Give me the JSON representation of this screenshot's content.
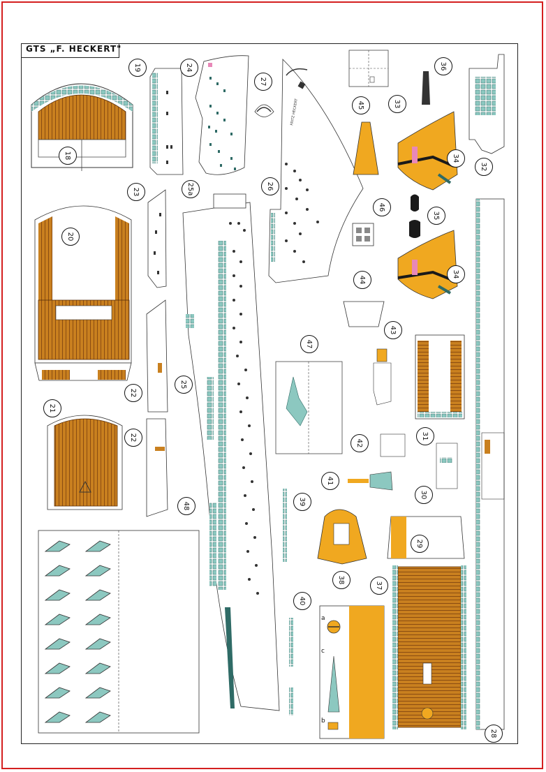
{
  "sheet": {
    "title": "GTS „F. HECKERT\""
  },
  "colors": {
    "wood": "#c9801f",
    "wood_dark": "#8a4a12",
    "orange": "#f0a820",
    "teal": "#8cc8c0",
    "pink": "#e888b8",
    "black": "#1a1a1a",
    "frame": "#d41f1f"
  },
  "labels": [
    {
      "id": "18",
      "text": "18"
    },
    {
      "id": "19",
      "text": "19"
    },
    {
      "id": "20",
      "text": "20"
    },
    {
      "id": "21",
      "text": "21"
    },
    {
      "id": "22a",
      "text": "22"
    },
    {
      "id": "22b",
      "text": "22"
    },
    {
      "id": "23",
      "text": "23"
    },
    {
      "id": "24",
      "text": "24"
    },
    {
      "id": "25",
      "text": "25"
    },
    {
      "id": "25a",
      "text": "25a"
    },
    {
      "id": "26",
      "text": "26"
    },
    {
      "id": "27",
      "text": "27"
    },
    {
      "id": "28",
      "text": "28"
    },
    {
      "id": "29",
      "text": "29"
    },
    {
      "id": "30",
      "text": "30"
    },
    {
      "id": "31",
      "text": "31"
    },
    {
      "id": "32",
      "text": "32"
    },
    {
      "id": "33",
      "text": "33"
    },
    {
      "id": "34a",
      "text": "34"
    },
    {
      "id": "34b",
      "text": "34"
    },
    {
      "id": "35",
      "text": "35"
    },
    {
      "id": "36",
      "text": "36"
    },
    {
      "id": "37",
      "text": "37"
    },
    {
      "id": "38",
      "text": "38"
    },
    {
      "id": "39",
      "text": "39"
    },
    {
      "id": "40",
      "text": "40"
    },
    {
      "id": "41",
      "text": "41"
    },
    {
      "id": "42",
      "text": "42"
    },
    {
      "id": "43",
      "text": "43"
    },
    {
      "id": "44",
      "text": "44"
    },
    {
      "id": "45",
      "text": "45"
    },
    {
      "id": "46",
      "text": "46"
    },
    {
      "id": "47",
      "text": "47"
    },
    {
      "id": "48",
      "text": "48"
    }
  ],
  "part_letters": {
    "a": "a",
    "b": "b",
    "c": "c"
  },
  "hull_text": "FRITZ HECKERT"
}
